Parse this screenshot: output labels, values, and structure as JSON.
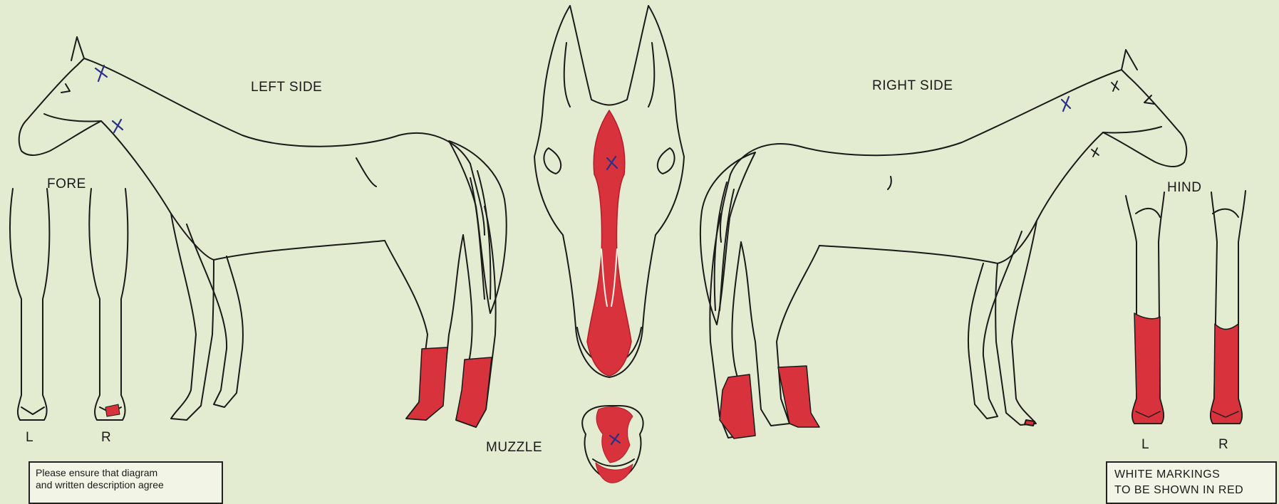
{
  "labels": {
    "left_side": "LEFT SIDE",
    "right_side": "RIGHT SIDE",
    "fore": "FORE",
    "hind": "HIND",
    "fore_left": "L",
    "fore_right": "R",
    "hind_left": "L",
    "hind_right": "R",
    "muzzle": "MUZZLE"
  },
  "notes": {
    "left_box_line1": "Please ensure that diagram",
    "left_box_line2": "and written description agree",
    "right_box_line1": "WHITE MARKINGS",
    "right_box_line2": "TO BE SHOWN IN RED"
  },
  "colors": {
    "background": "#e3ebd0",
    "outline": "#1a1a1a",
    "white_marking": "#d8323c",
    "whorl_mark": "#2a2f8a"
  }
}
